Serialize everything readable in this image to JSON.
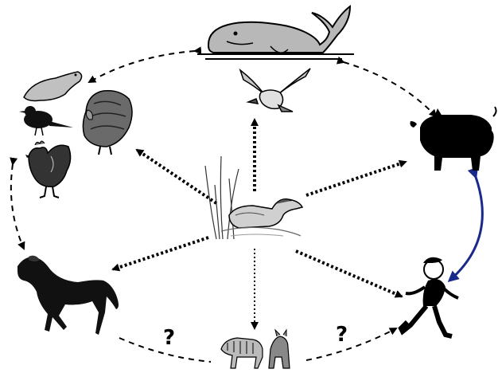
{
  "diagram": {
    "labels": {
      "unknown_left": "?",
      "unknown_right": "?"
    },
    "nodes": [
      {
        "id": "whale",
        "icon": "whale-icon"
      },
      {
        "id": "seagull",
        "icon": "seagull-icon"
      },
      {
        "id": "birds",
        "icon": "seal-songbird-turkey-rooster-icon"
      },
      {
        "id": "pig",
        "icon": "pig-icon"
      },
      {
        "id": "duck",
        "icon": "duck-in-reeds-icon"
      },
      {
        "id": "horse",
        "icon": "horse-icon"
      },
      {
        "id": "cats",
        "icon": "tiger-and-cat-icon"
      },
      {
        "id": "human",
        "icon": "walking-man-icon"
      }
    ],
    "colors": {
      "ink": "#000000",
      "whale": "#b8b8b8",
      "human_pig_link": "#1a2a8a"
    }
  }
}
